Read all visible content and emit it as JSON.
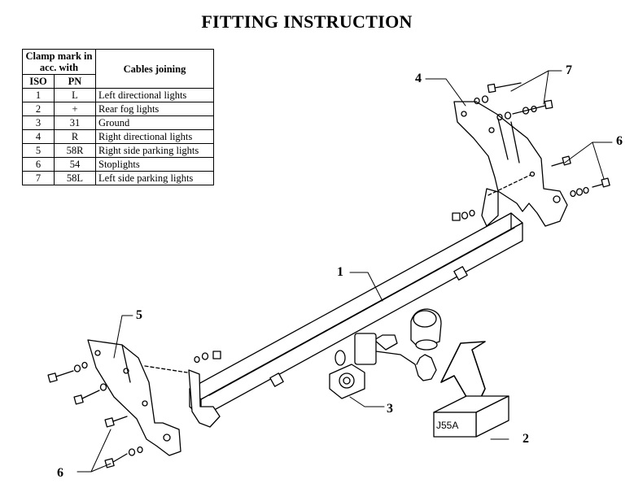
{
  "title": "FITTING INSTRUCTION",
  "table": {
    "header_clamp": "Clamp mark in acc. with",
    "header_iso": "ISO",
    "header_pn": "PN",
    "header_cables": "Cables joining",
    "rows": [
      {
        "iso": "1",
        "pn": "L",
        "cable": "Left directional lights"
      },
      {
        "iso": "2",
        "pn": "+",
        "cable": "Rear fog lights"
      },
      {
        "iso": "3",
        "pn": "31",
        "cable": "Ground"
      },
      {
        "iso": "4",
        "pn": "R",
        "cable": "Right directional lights"
      },
      {
        "iso": "5",
        "pn": "58R",
        "cable": "Right side parking lights"
      },
      {
        "iso": "6",
        "pn": "54",
        "cable": "Stoplights"
      },
      {
        "iso": "7",
        "pn": "58L",
        "cable": "Left side parking lights"
      }
    ]
  },
  "callouts": {
    "c1": "1",
    "c2": "2",
    "c3": "3",
    "c4": "4",
    "c5": "5",
    "c6a": "6",
    "c6b": "6",
    "c7": "7"
  },
  "box_label": "J55A"
}
